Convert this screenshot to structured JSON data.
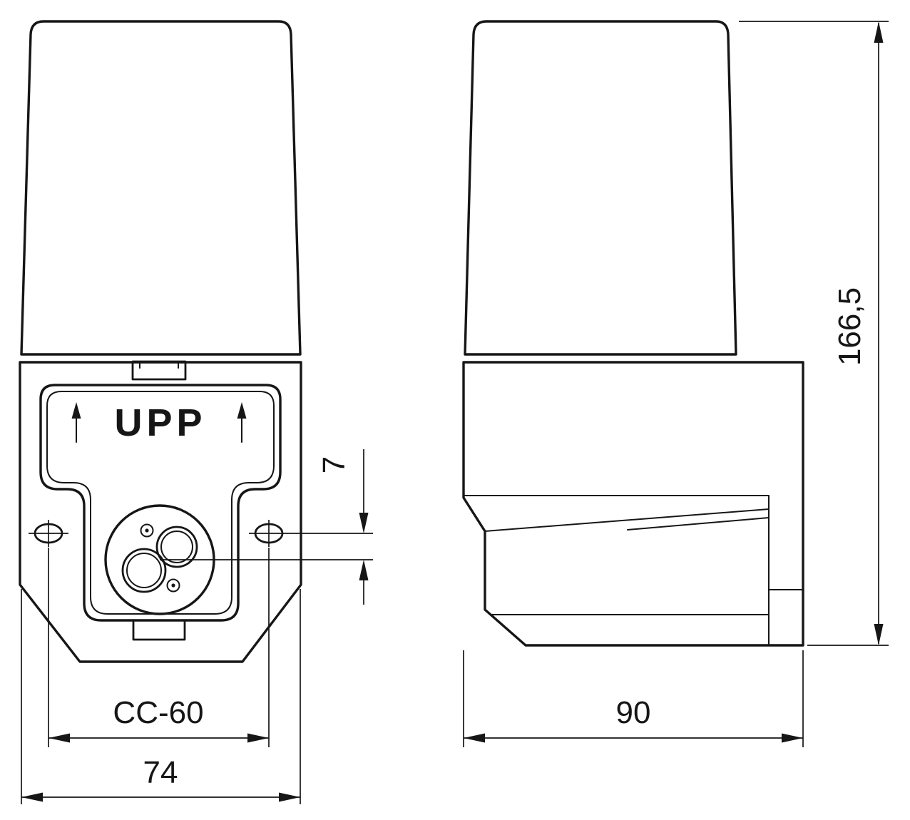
{
  "colors": {
    "line": "#161616",
    "background": "#ffffff"
  },
  "panel": {
    "label": "UPP"
  },
  "dimensions": {
    "hole_offset": "7",
    "cc_spacing": "CC-60",
    "width": "74",
    "depth": "90",
    "height": "166,5"
  }
}
